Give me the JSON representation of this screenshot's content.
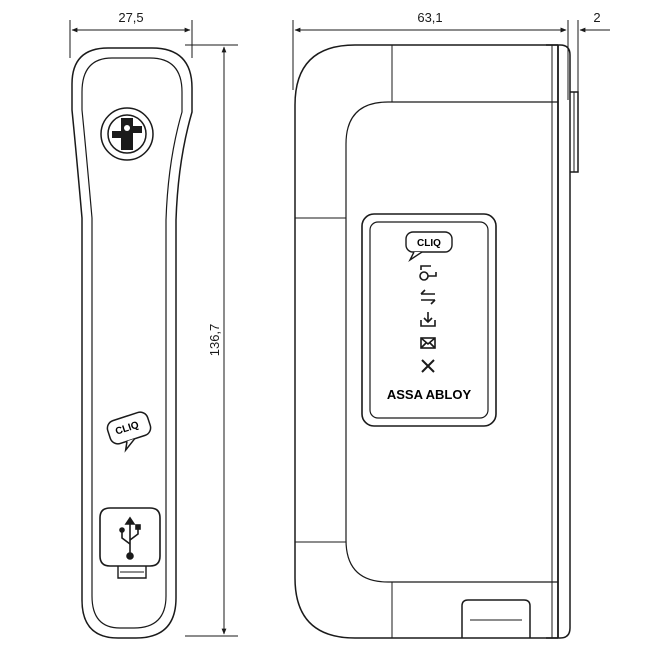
{
  "dimensions": {
    "width_side": "27,5",
    "width_front": "63,1",
    "protrusion": "2",
    "height": "136,7"
  },
  "side_view": {
    "logo_text": "CLIQ",
    "keyhole_icon": "keyhole-icon",
    "usb_icon": "usb-icon"
  },
  "front_view": {
    "panel_logo_text": "CLIQ",
    "status_icons": [
      "key-icon",
      "transfer-icon",
      "download-icon",
      "envelope-icon",
      "cross-icon"
    ],
    "brand_text": "ASSA ABLOY"
  },
  "colors": {
    "line": "#1a1a1a",
    "background": "#ffffff"
  }
}
